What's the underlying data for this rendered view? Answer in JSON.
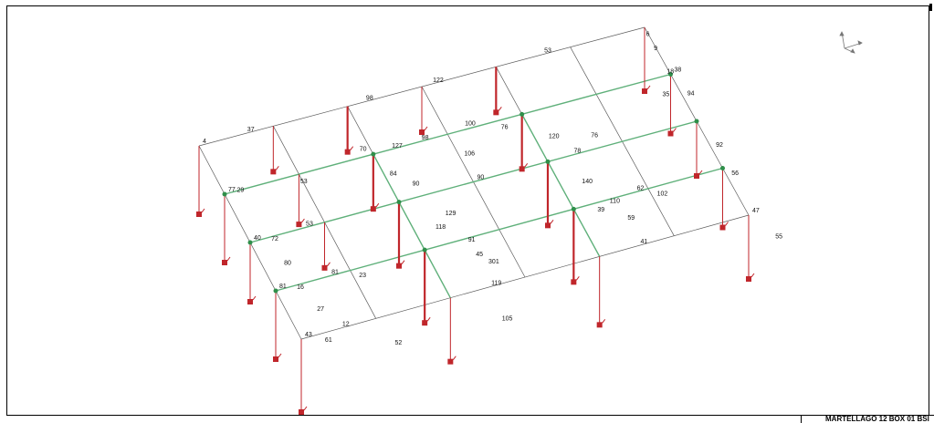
{
  "title_block": "MARTELLAGO 12 BOX 01 BSI",
  "colors": {
    "frame_line": "#5c5c5c",
    "beam_line": "#5fb07a",
    "column_line": "#c0262b",
    "support": "#c0262b",
    "node": "#2f8f4a",
    "label": "#111111"
  },
  "icons": {
    "axis_triad": "axis-triad-icon"
  },
  "labels": [
    "37",
    "98",
    "53",
    "4",
    "77",
    "29",
    "38",
    "72",
    "40",
    "81",
    "16",
    "43",
    "12",
    "119",
    "41",
    "47",
    "55",
    "9",
    "18",
    "94",
    "122",
    "100",
    "70",
    "127",
    "98",
    "106",
    "84",
    "76",
    "78",
    "62",
    "81",
    "53",
    "53",
    "52",
    "80",
    "27",
    "61",
    "118",
    "105",
    "90",
    "120",
    "140",
    "90",
    "129",
    "76",
    "102",
    "91",
    "45",
    "301",
    "39",
    "59",
    "110",
    "92",
    "35",
    "56",
    "6",
    "23"
  ]
}
